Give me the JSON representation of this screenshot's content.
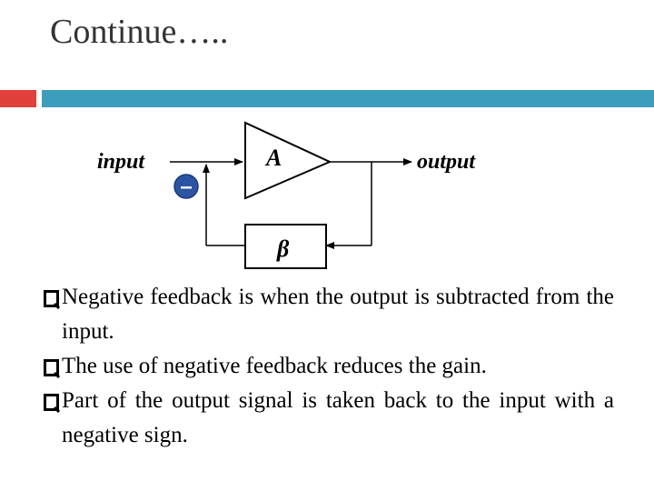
{
  "slide": {
    "title": "Continue…..",
    "colors": {
      "accent_red": "#e0403a",
      "accent_blue": "#3d9dbc",
      "minus_circle": "#2b55a3"
    }
  },
  "diagram": {
    "input_label": "input",
    "output_label": "output",
    "amplifier_label": "A",
    "feedback_label": "β",
    "minus_sign": "–"
  },
  "bullets": [
    "Negative feedback is when the output is subtracted from the input.",
    "The use of negative feedback reduces the gain.",
    "Part of the output signal is taken back to the input with a negative sign."
  ]
}
